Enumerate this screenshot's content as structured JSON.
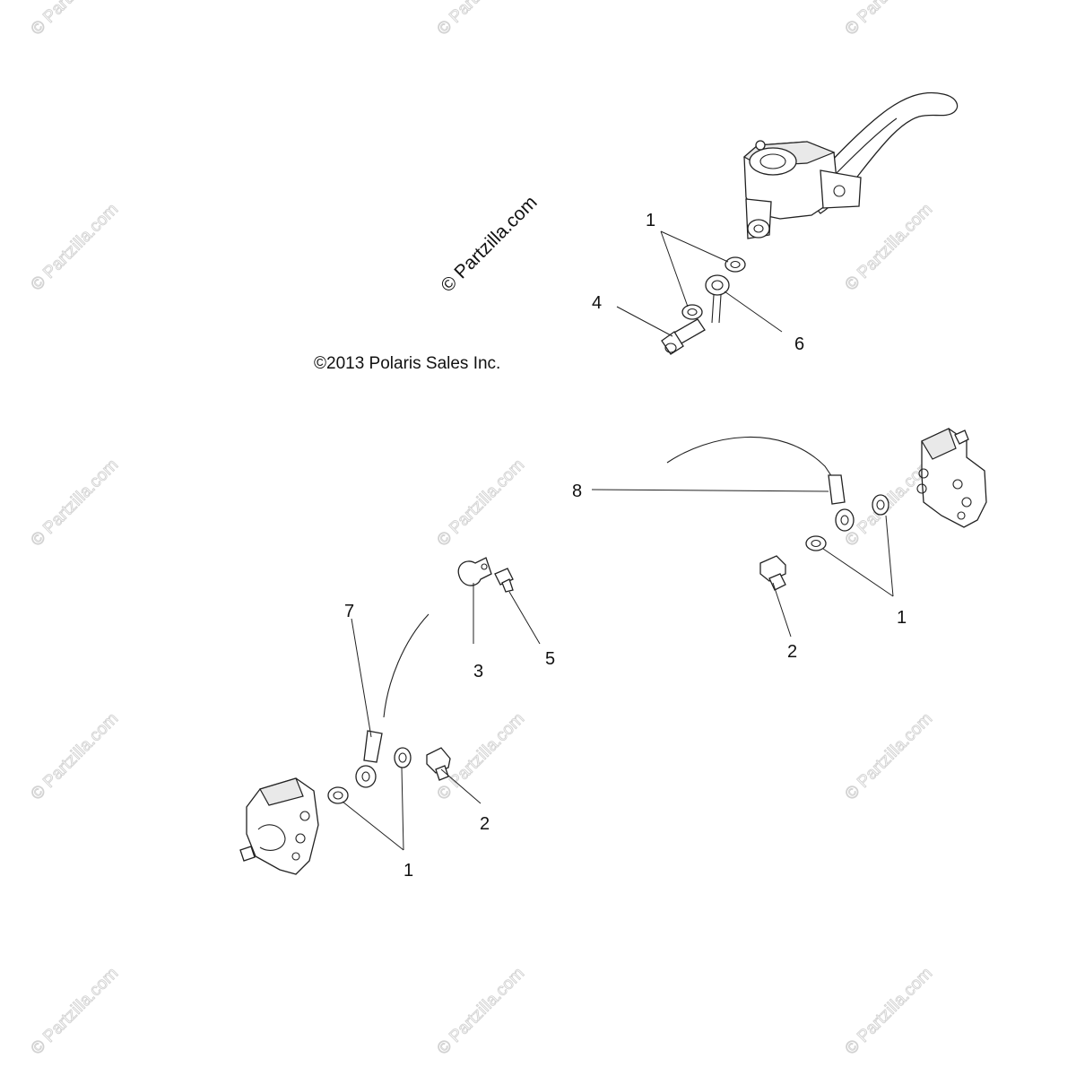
{
  "watermark": {
    "text": "© Partzilla.com"
  },
  "overlay_watermark": "© Partzilla.com",
  "copyright": "©2013 Polaris Sales Inc.",
  "callouts": {
    "c1_top": "1",
    "c4": "4",
    "c6": "6",
    "c8": "8",
    "c1_right": "1",
    "c2_right": "2",
    "c7": "7",
    "c3": "3",
    "c5": "5",
    "c2_left": "2",
    "c1_left": "1"
  }
}
